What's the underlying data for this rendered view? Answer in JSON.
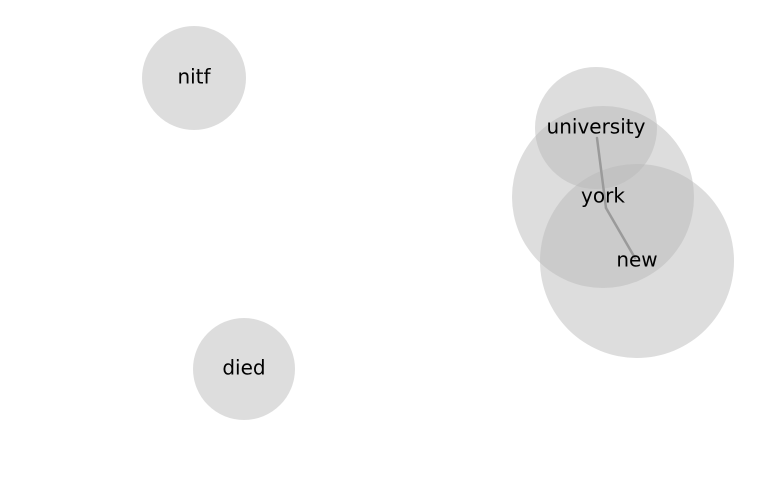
{
  "diagram": {
    "node_fill": "#b8b8b8",
    "edge_color": "#9a9a9a",
    "text_color": "#000000",
    "nodes": [
      {
        "id": "nitf",
        "label": "nitf"
      },
      {
        "id": "died",
        "label": "died"
      },
      {
        "id": "university",
        "label": "university"
      },
      {
        "id": "york",
        "label": "york"
      },
      {
        "id": "new",
        "label": "new"
      }
    ],
    "edges": [
      {
        "from": "university",
        "to": "york"
      },
      {
        "from": "york",
        "to": "new"
      }
    ]
  }
}
